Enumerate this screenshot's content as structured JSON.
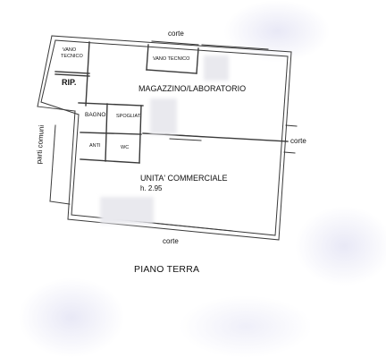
{
  "plan": {
    "title": "PIANO TERRA",
    "exterior": {
      "corte_top": "corte",
      "corte_right": "corte",
      "corte_bottom": "corte",
      "parti_comuni": "parti comuni"
    },
    "rooms": {
      "vano_tecnico_left_1": "VANO",
      "vano_tecnico_left_2": "TECNICO",
      "rip": "RIP.",
      "vano_tecnico_top": "VANO TECNICO",
      "magazzino": "MAGAZZINO/LABORATORIO",
      "bagno": "BAGNO",
      "spogliat": "SPOGLIAT.",
      "anti": "ANTI",
      "wc": "WC",
      "unita": "UNITA' COMMERCIALE",
      "height": "h. 2.95"
    }
  }
}
